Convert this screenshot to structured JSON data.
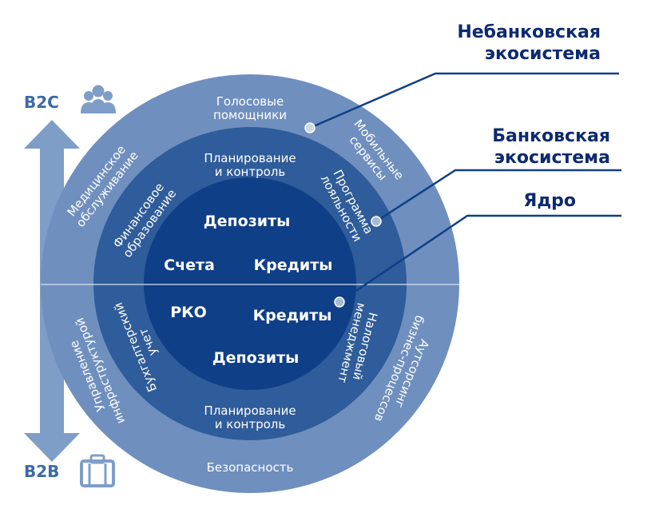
{
  "side": {
    "top_label": "B2C",
    "bottom_label": "B2B"
  },
  "legend": {
    "nonbank": [
      "Небанковская",
      "экосистема"
    ],
    "bank": [
      "Банковская",
      "экосистема"
    ],
    "core": "Ядро"
  },
  "outer_ring": {
    "voice": [
      "Голосовые",
      "помощники"
    ],
    "mobile": [
      "Мобильные",
      "сервисы"
    ],
    "medical": [
      "Медицинское",
      "обслуживание"
    ],
    "infra": [
      "Управление",
      "инфраструктурой"
    ],
    "outsourcing": [
      "Аутсорсинг",
      "бизнес-процессов"
    ],
    "security": "Безопасность"
  },
  "middle_ring": {
    "plan_top": [
      "Планирование",
      "и контроль"
    ],
    "fin_edu": [
      "Финансовое",
      "образование"
    ],
    "loyalty": [
      "Программа",
      "лояльности"
    ],
    "accounting": [
      "Бухгалтерский",
      "учет"
    ],
    "tax": [
      "Налоговый",
      "менеджмент"
    ],
    "plan_bottom": [
      "Планирование",
      "и контроль"
    ]
  },
  "core": {
    "deposits_top": "Депозиты",
    "accounts": "Счета",
    "credits_top": "Кредиты",
    "rko": "РКО",
    "credits_bottom": "Кредиты",
    "deposits_bottom": "Депозиты"
  },
  "colors": {
    "outer": "#6f8fbf",
    "middle": "#2f5c9a",
    "core": "#0f3f86",
    "legend_text": "#0d2a6e",
    "arrow": "#7e9ec8"
  }
}
